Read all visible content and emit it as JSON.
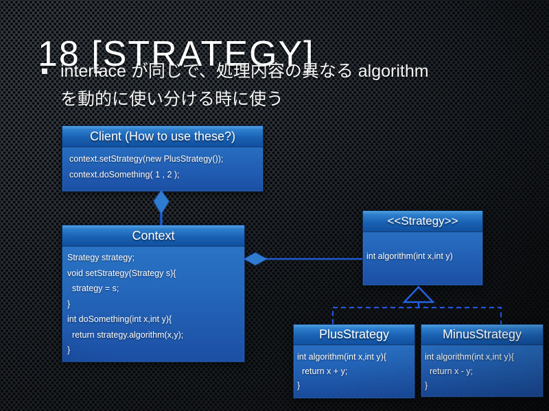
{
  "slide": {
    "title": "18 [STRATEGY]",
    "bullet_lines": [
      "interface が同じで、処理内容の異なる algorithm",
      "を動的に使い分ける時に使う"
    ]
  },
  "colors": {
    "header_gradient_top": "#52a0e0",
    "header_gradient_bottom": "#10509f",
    "body_gradient_top": "#2d79c8",
    "body_gradient_bottom": "#1b4fa4",
    "connector_blue": "#1e5ad2",
    "dashed_blue": "#2556e0",
    "diamond_fill": "#2e7cd0",
    "text": "#ffffff"
  },
  "diagram": {
    "boxes": {
      "client": {
        "title": "Client (How to use these?)",
        "lines": [
          "context.setStrategy(new PlusStrategy());",
          "context.doSomething( 1 , 2 );"
        ]
      },
      "context": {
        "title": "Context",
        "lines": [
          "Strategy strategy;",
          "void setStrategy(Strategy s){",
          "  strategy = s;",
          "}",
          "int doSomething(int x,int y){",
          "  return strategy.algorithm(x,y);",
          "}"
        ]
      },
      "strategy": {
        "title": "<<Strategy>>",
        "lines": [
          "int algorithm(int x,int y)"
        ]
      },
      "plus_strategy": {
        "title": "PlusStrategy",
        "lines": [
          "int algorithm(int x,int y){",
          "  return x + y;",
          "}"
        ]
      },
      "minus_strategy": {
        "title": "MinusStrategy",
        "lines": [
          "int algorithm(int x,int y){",
          "  return x - y;",
          "}"
        ]
      }
    },
    "relations": [
      {
        "from": "Context",
        "to": "Client",
        "type": "composition-diamond"
      },
      {
        "from": "Strategy",
        "to": "Context",
        "type": "composition-diamond"
      },
      {
        "from": "PlusStrategy",
        "to": "Strategy",
        "type": "realization-dashed-triangle"
      },
      {
        "from": "MinusStrategy",
        "to": "Strategy",
        "type": "realization-dashed-triangle"
      }
    ]
  }
}
